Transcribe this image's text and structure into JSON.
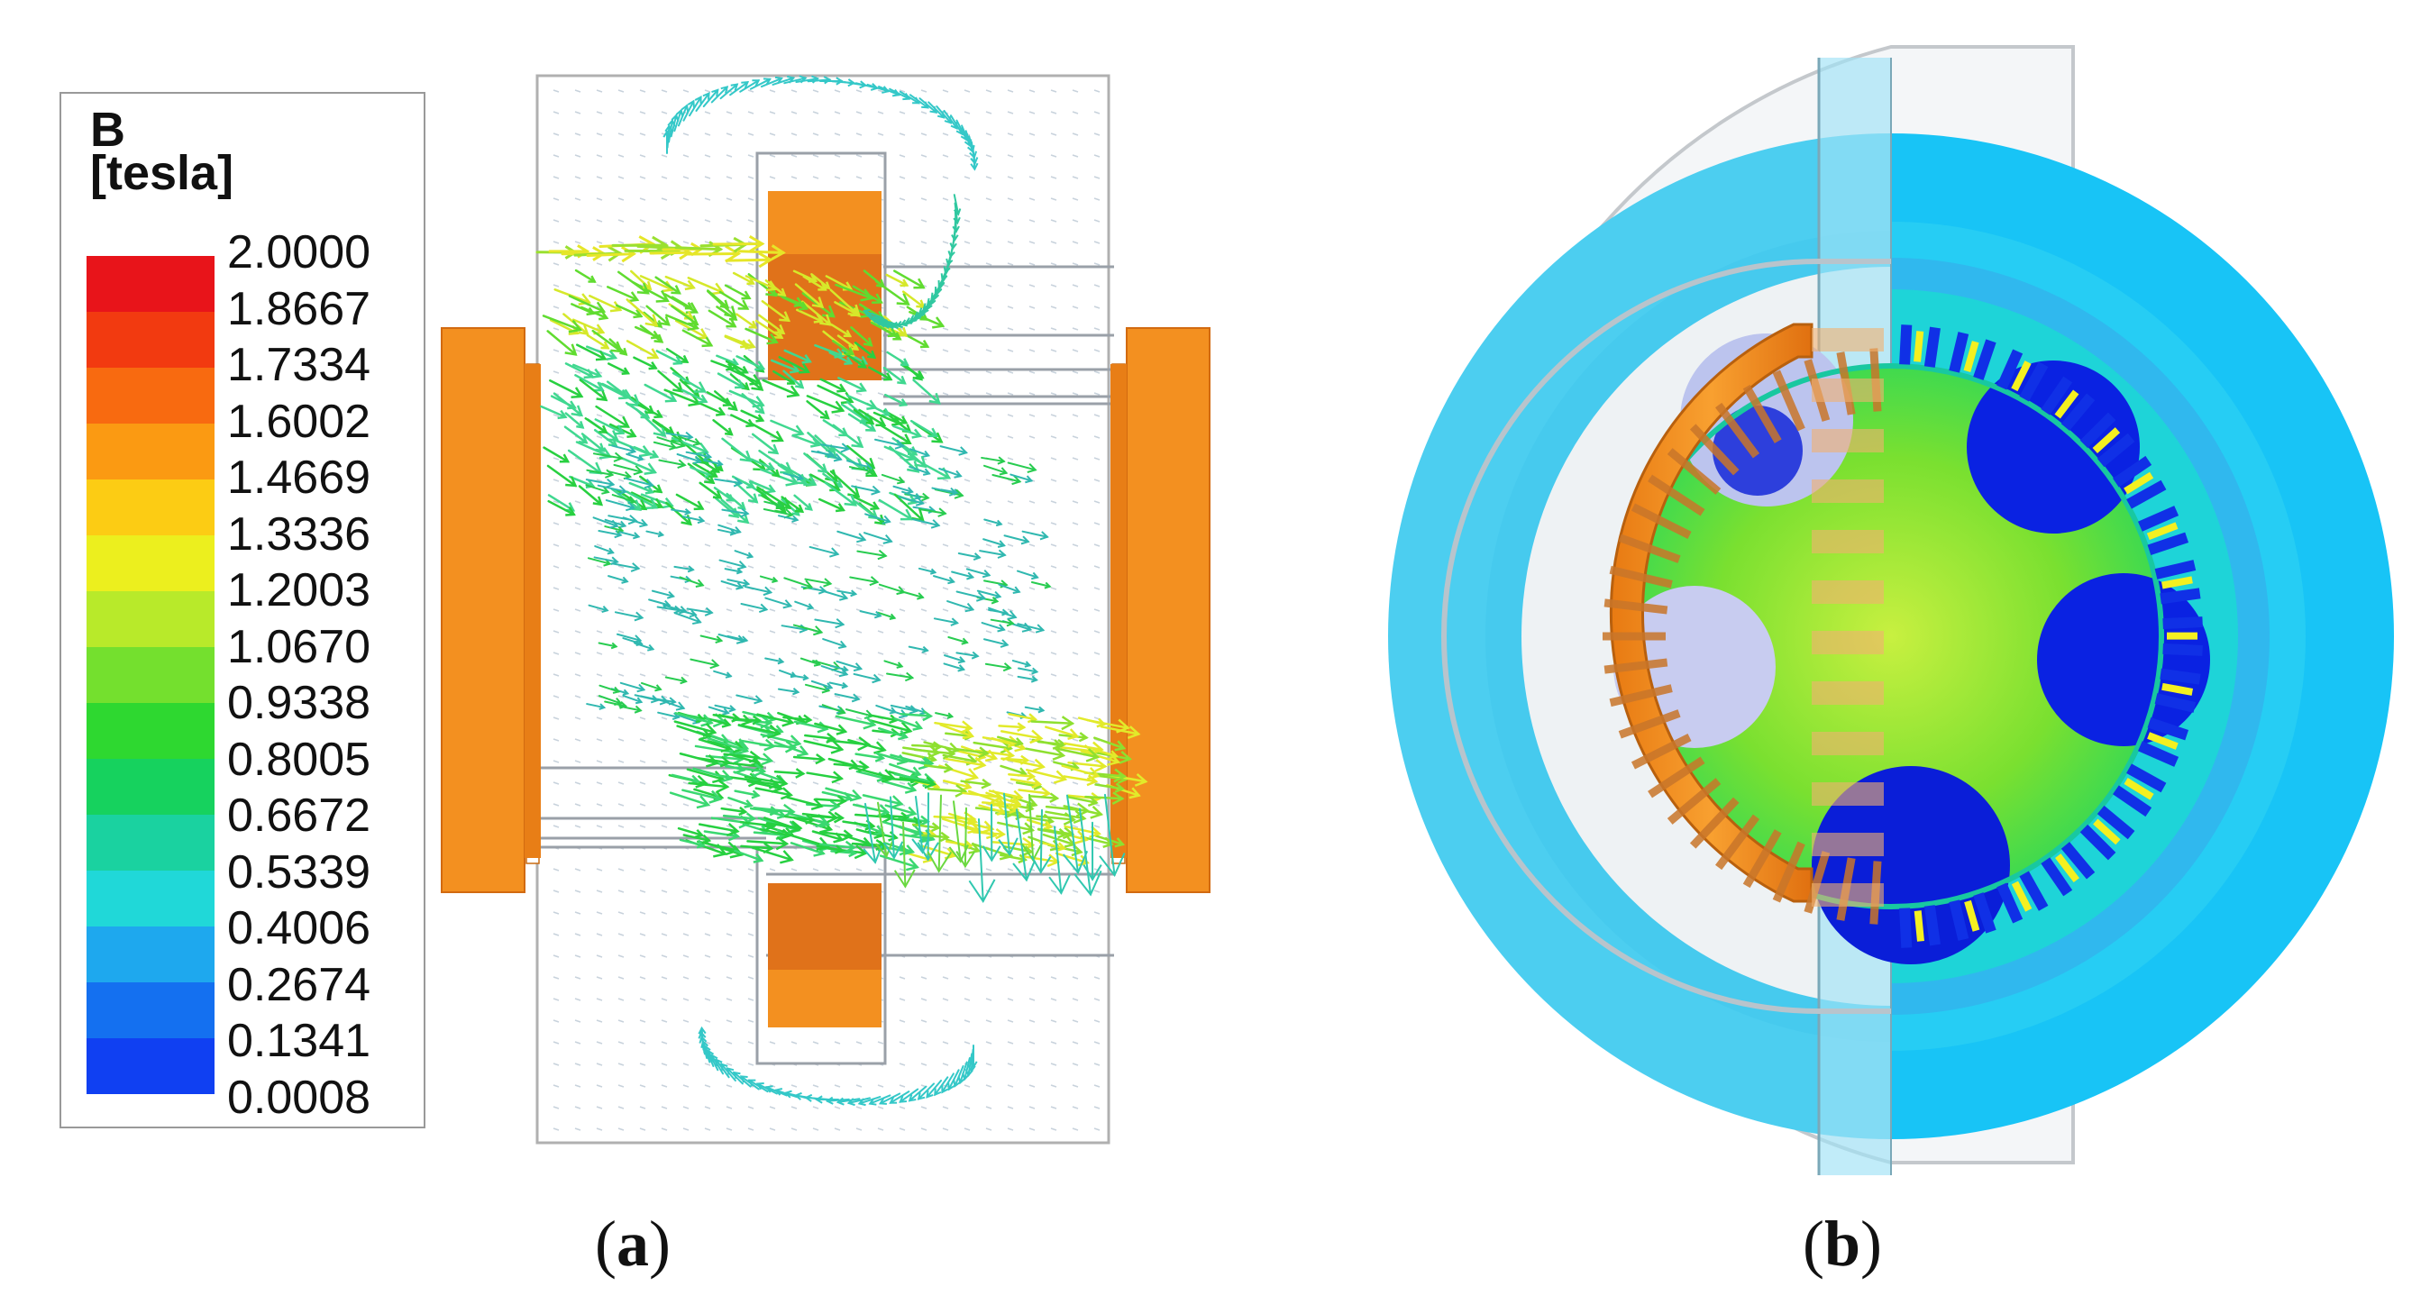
{
  "legend": {
    "title_line1": "B",
    "title_line2": "[tesla]",
    "ticks": [
      "2.0000",
      "1.8667",
      "1.7334",
      "1.6002",
      "1.4669",
      "1.3336",
      "1.2003",
      "1.0670",
      "0.9338",
      "0.8005",
      "0.6672",
      "0.5339",
      "0.4006",
      "0.2674",
      "0.1341",
      "0.0008"
    ],
    "colors": [
      "#e8141a",
      "#f23a10",
      "#f86a10",
      "#fb9a12",
      "#fccc14",
      "#ecef1e",
      "#b8ea2a",
      "#74e02e",
      "#2ed830",
      "#16d25e",
      "#1ad2a0",
      "#20d8d8",
      "#1ea8ee",
      "#1470f0",
      "#1040f2",
      "#0a14e0"
    ]
  },
  "captions": {
    "a_open": "(",
    "a_letter": "a",
    "a_close": ")",
    "b_open": "(",
    "b_letter": "b",
    "b_close": ")"
  },
  "colors": {
    "copper": "#f0901a",
    "copper_dark": "#d86a10",
    "field_blue": "#3cc6ee",
    "field_cyan": "#1cc8f4",
    "pole_blue": "#0a20e0",
    "core_green": "#7ae030",
    "vector_green": "#22cc44",
    "vector_yellow": "#e0e82a",
    "vector_cyan": "#30c8c0"
  }
}
